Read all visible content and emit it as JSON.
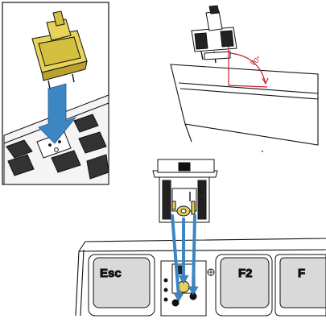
{
  "colors": {
    "switch_housing": "#e7d35a",
    "switch_shadow": "#b9a232",
    "arrow_blue": "#3d86c4",
    "angle_red": "#c8202a",
    "line": "#111111",
    "key_face": "#d9d9d9",
    "background": "#ffffff"
  },
  "panel_insert": {
    "arrow_icon": "down-arrow-icon"
  },
  "panel_angle": {
    "angle_label": "90°"
  },
  "panel_pins": {
    "keys": [
      {
        "label": "Esc"
      },
      {
        "label": "F2"
      },
      {
        "label": "F"
      }
    ]
  }
}
